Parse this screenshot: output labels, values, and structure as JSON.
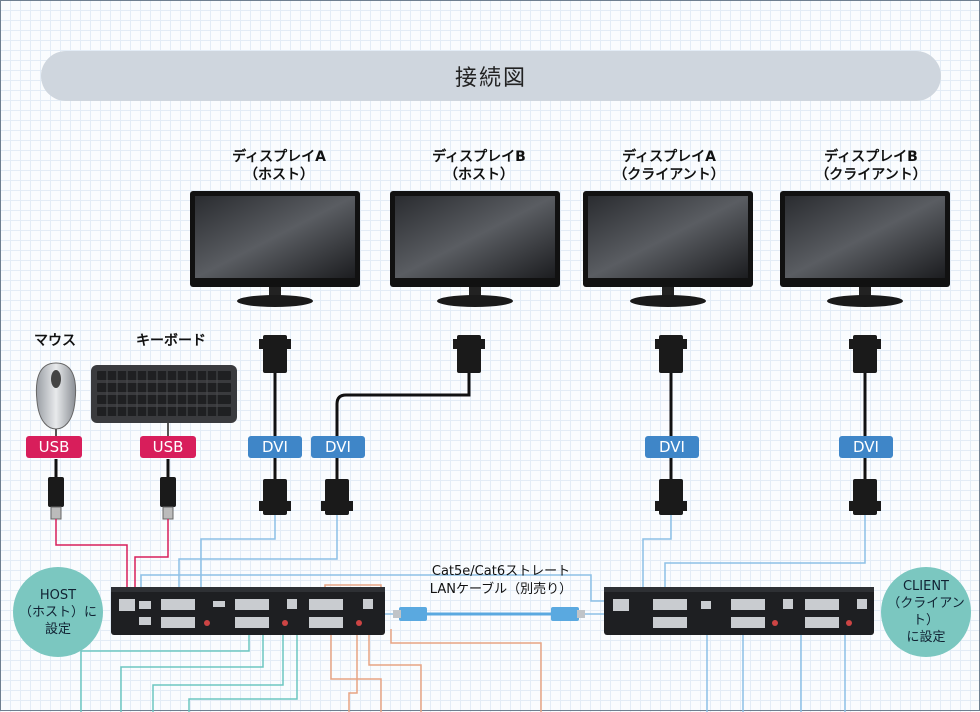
{
  "title": "接続図",
  "displays": [
    {
      "line1": "ディスプレイA",
      "line2": "（ホスト）"
    },
    {
      "line1": "ディスプレイB",
      "line2": "（ホスト）"
    },
    {
      "line1": "ディスプレイA",
      "line2": "（クライアント）"
    },
    {
      "line1": "ディスプレイB",
      "line2": "（クライアント）"
    }
  ],
  "devices": {
    "mouse": "マウス",
    "keyboard": "キーボード"
  },
  "badges": {
    "usb": "USB",
    "dvi": "DVI"
  },
  "cable": {
    "line1": "Cat5e/Cat6ストレート",
    "line2": "LANケーブル（別売り）"
  },
  "host_circle": {
    "line1": "HOST",
    "line2": "（ホスト）に",
    "line3": "設定"
  },
  "client_circle": {
    "line1": "CLIENT",
    "line2": "（クライアント）",
    "line3": "に設定"
  },
  "colors": {
    "usb": "#d81e5b",
    "dvi": "#3f86c8",
    "circle": "#7bc7c0",
    "title_bar": "#cfd6de",
    "teal_line": "#6cc6c0",
    "orange_line": "#e8a383",
    "blue_line": "#8dc0e6"
  }
}
